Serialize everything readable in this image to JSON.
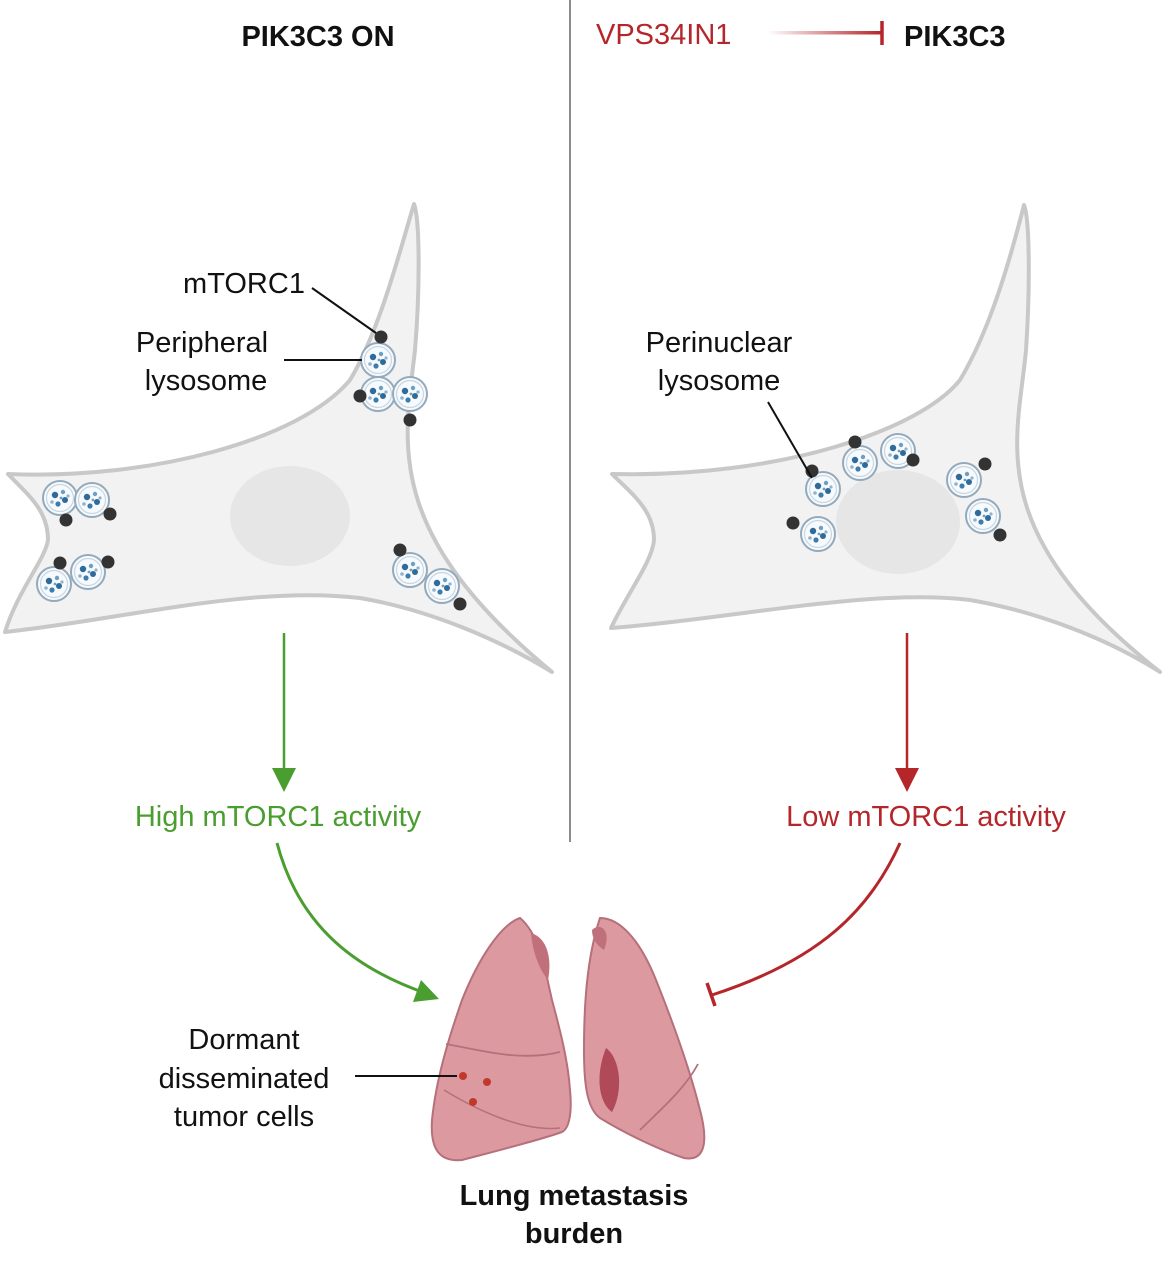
{
  "left_panel": {
    "title": "PIK3C3 ON",
    "label_mtorc1": "mTORC1",
    "label_lysosome_line1": "Peripheral",
    "label_lysosome_line2": "lysosome",
    "outcome": "High mTORC1 activity"
  },
  "right_panel": {
    "inhibitor": "VPS34IN1",
    "target": "PIK3C3",
    "label_lysosome_line1": "Perinuclear",
    "label_lysosome_line2": "lysosome",
    "outcome": "Low mTORC1 activity"
  },
  "bottom": {
    "dormant_line1": "Dormant",
    "dormant_line2": "disseminated",
    "dormant_line3": "tumor cells",
    "result_line1": "Lung metastasis",
    "result_line2": "burden"
  },
  "colors": {
    "activation_green": "#4a9e2f",
    "inhibition_red": "#b5262a",
    "cell_fill": "#f2f2f2",
    "cell_outline": "#c8c8c8",
    "lysosome_blue": "#2f6b9a",
    "lung_pink": "#dc9aa0"
  }
}
